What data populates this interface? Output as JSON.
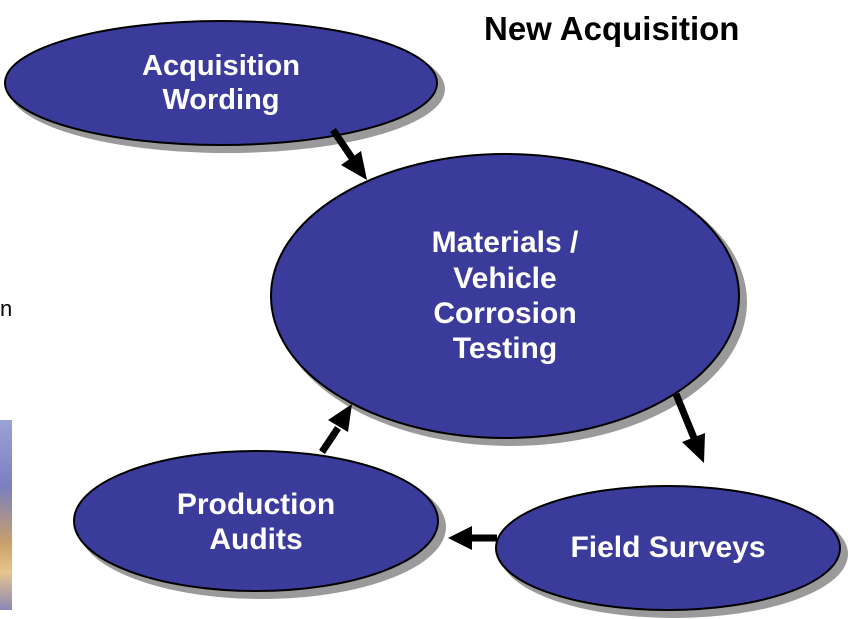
{
  "title": "New Acquisition",
  "left_fragment_text": "n",
  "colors": {
    "node_fill": "#3b3b9b",
    "node_outline": "#000000",
    "node_shadow": "#9a9a9a",
    "node_text": "#ffffff",
    "arrow": "#000000"
  },
  "nodes": {
    "acquisition_wording": {
      "line1": "Acquisition",
      "line2": "Wording"
    },
    "materials_testing": {
      "line1": "Materials /",
      "line2": "Vehicle",
      "line3": "Corrosion",
      "line4": "Testing"
    },
    "field_surveys": {
      "line1": "Field Surveys"
    },
    "production_audits": {
      "line1": "Production",
      "line2": "Audits"
    }
  }
}
